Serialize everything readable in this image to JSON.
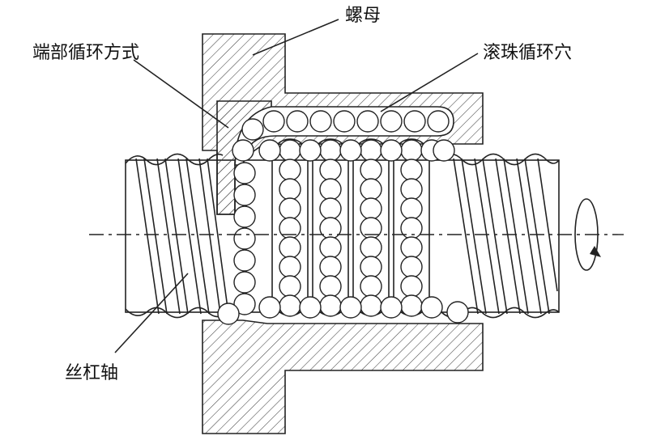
{
  "labels": {
    "nut": "螺母",
    "end_circulation": "端部循环方式",
    "ball_return_hole": "滚珠循环穴",
    "screw_shaft": "丝杠轴"
  },
  "colors": {
    "line": "#222222",
    "hatch": "#444444",
    "background": "#ffffff"
  },
  "icons": {
    "rotation": "rotation-arrow-icon"
  }
}
